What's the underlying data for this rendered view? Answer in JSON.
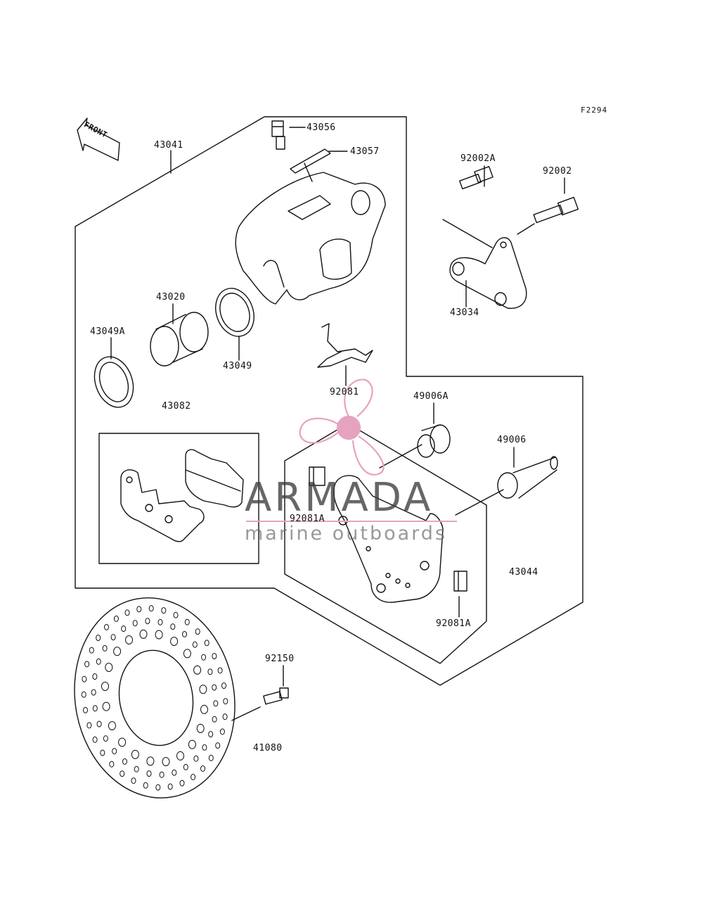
{
  "diagram": {
    "figure_code": "F2294",
    "front_arrow_label": "FRONT",
    "parts": {
      "p43041": "43041",
      "p43056": "43056",
      "p43057": "43057",
      "p92002A": "92002A",
      "p92002": "92002",
      "p43020": "43020",
      "p43049A": "43049A",
      "p43049": "43049",
      "p43034": "43034",
      "p92081": "92081",
      "p43082": "43082",
      "p49006A": "49006A",
      "p49006": "49006",
      "p92081A_1": "92081A",
      "p43044": "43044",
      "p92081A_2": "92081A",
      "p92150": "92150",
      "p41080": "41080"
    }
  },
  "watermark": {
    "title": "ARMADA",
    "subtitle": "marine outboards",
    "accent_color": "#e6a3c0"
  }
}
